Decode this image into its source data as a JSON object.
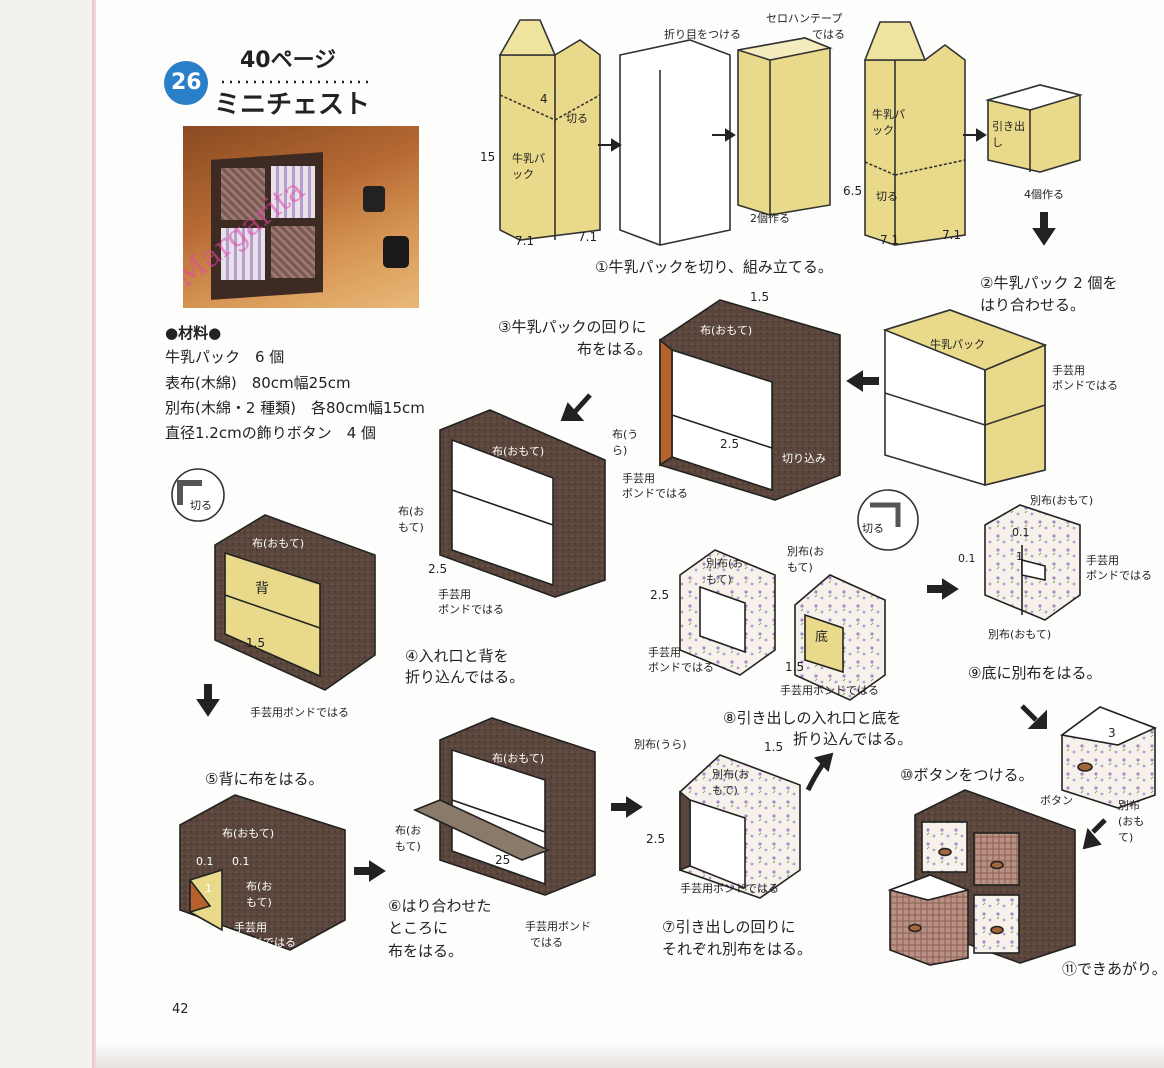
{
  "header": {
    "number_badge": "26",
    "page_ref": "40ページ",
    "title": "ミニチェスト"
  },
  "photo": {
    "watermark": "Margarita"
  },
  "materials": {
    "heading": "●材料●",
    "items": [
      "牛乳パック　6 個",
      "表布(木綿)　80cm幅25cm",
      "別布(木綿・2 種類)　各80cm幅15cm",
      "直径1.2cmの飾りボタン　4 個"
    ]
  },
  "labels": {
    "fold_crease": "折り目をつける",
    "cellophane_tape": "セロハンテープ",
    "attach_with": "ではる",
    "cut": "切る",
    "milk_pack": "牛乳パック",
    "make_2": "2個作る",
    "make_4": "4個作る",
    "drawer": "引き出し",
    "cloth_front": "布(おもて)",
    "cloth_back": "布(うら)",
    "craft_bond": "手芸用ボンドではる",
    "cut_in": "切り込み",
    "back": "背",
    "alt_cloth_front": "別布(おもて)",
    "alt_cloth_back": "別布(うら)",
    "bottom": "底",
    "button": "ボタン",
    "craft_bond_short": "手芸用ボンド",
    "craft": "手芸用",
    "bond_attach": "ボンドではる"
  },
  "measurements": {
    "m4": "4",
    "m15": "15",
    "m7_1": "7.1",
    "m6_5": "6.5",
    "m1_5": "1.5",
    "m2_5": "2.5",
    "m0_1": "0.1",
    "m1": "1",
    "m25": "25",
    "m3": "3"
  },
  "steps": {
    "s1": "①牛乳パックを切り、組み立てる。",
    "s2a": "②牛乳パック 2 個を",
    "s2b": "はり合わせる。",
    "s3a": "③牛乳パックの回りに",
    "s3b": "布をはる。",
    "s4a": "④入れ口と背を",
    "s4b": "折り込んではる。",
    "s5": "⑤背に布をはる。",
    "s6a": "⑥はり合わせた",
    "s6b": "ところに",
    "s6c": "布をはる。",
    "s7a": "⑦引き出しの回りに",
    "s7b": "それぞれ別布をはる。",
    "s8a": "⑧引き出しの入れ口と底を",
    "s8b": "折り込んではる。",
    "s9": "⑨底に別布をはる。",
    "s10": "⑩ボタンをつける。",
    "s11": "⑪できあがり。"
  },
  "footer": {
    "page_number": "42"
  },
  "colors": {
    "accent": "#2a7fc9",
    "pack_yellow": "#e8da8a",
    "cloth_brown": "#5a463c",
    "tape_orange": "#b5622c"
  }
}
